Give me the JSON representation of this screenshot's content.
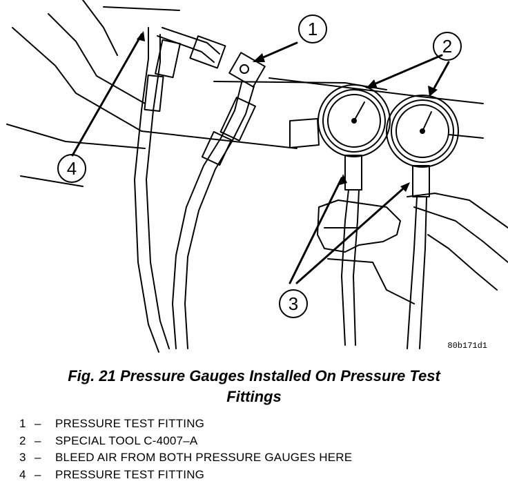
{
  "diagram": {
    "figure_code": "80b171d1",
    "callouts": [
      "1",
      "2",
      "3",
      "4"
    ]
  },
  "caption": {
    "line1": "Fig. 21 Pressure Gauges Installed On Pressure Test",
    "line2": "Fittings"
  },
  "legend": [
    {
      "num": "1",
      "dash": "–",
      "text": "PRESSURE TEST FITTING"
    },
    {
      "num": "2",
      "dash": "–",
      "text": "SPECIAL TOOL C-4007–A"
    },
    {
      "num": "3",
      "dash": "–",
      "text": "BLEED AIR FROM BOTH PRESSURE GAUGES HERE"
    },
    {
      "num": "4",
      "dash": "–",
      "text": "PRESSURE TEST FITTING"
    }
  ]
}
